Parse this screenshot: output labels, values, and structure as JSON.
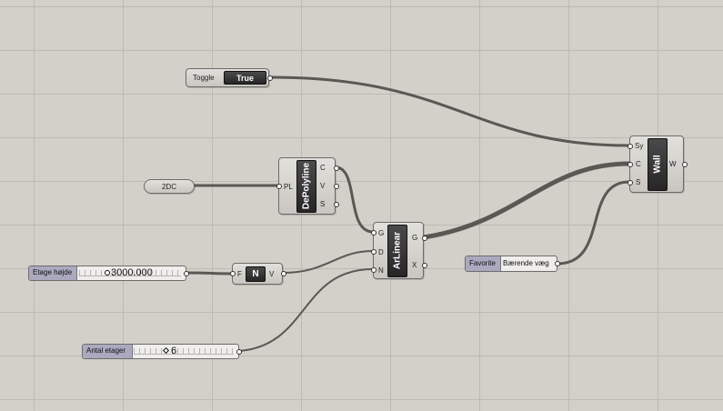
{
  "toggle": {
    "label": "Toggle",
    "value": "True"
  },
  "panel_2dc": {
    "text": "2DC"
  },
  "depolyline": {
    "name": "DePolyline",
    "inputs": [
      "PL"
    ],
    "outputs": [
      "C",
      "V",
      "S"
    ]
  },
  "etage_slider": {
    "label": "Etage højde",
    "value": "3000.000"
  },
  "n_component": {
    "input": "F",
    "name": "N",
    "output": "V"
  },
  "antal_slider": {
    "label": "Antal etager",
    "value": "6"
  },
  "arlinear": {
    "name": "ArLinear",
    "inputs": [
      "G",
      "D",
      "N"
    ],
    "outputs": [
      "G",
      "X"
    ]
  },
  "favorite": {
    "label": "Favorite",
    "value": "Bærende væg"
  },
  "wall": {
    "name": "Wall",
    "inputs": [
      "Sy",
      "C",
      "S"
    ],
    "outputs": [
      "W"
    ]
  },
  "colors": {
    "canvas": "#d3d0ca",
    "grid": "#bdbab4",
    "wire": "#5a5853",
    "dark_block": "#2e2e2e",
    "label_bg": "#aaa9bf"
  }
}
